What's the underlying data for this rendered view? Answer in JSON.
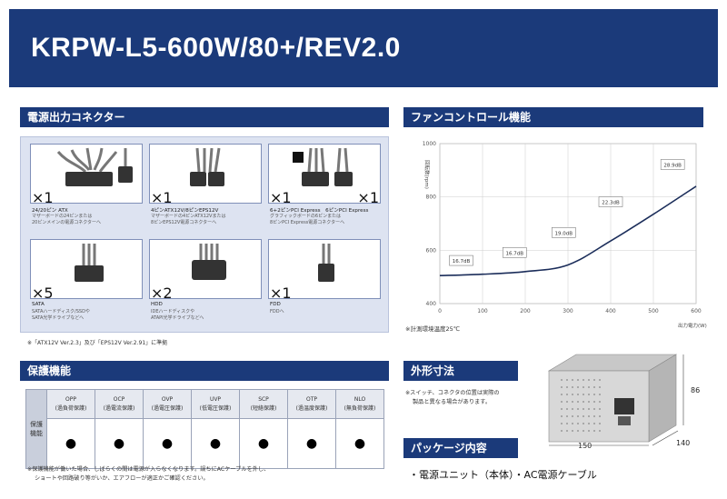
{
  "header": {
    "title": "KRPW-L5-600W/80+/REV2.0"
  },
  "connectors": {
    "title": "電源出力コネクター",
    "items": [
      {
        "count": "×1",
        "count2": "",
        "label": "24/20ピン ATX",
        "desc": [
          "マザーボードの24ピンまたは",
          "20ピンメインの電源コネクターへ"
        ]
      },
      {
        "count": "×1",
        "count2": "",
        "label": "4ピンATX12V/8ピンEPS12V",
        "desc": [
          "マザーボードの4ピンATX12Vまたは",
          "8ピンEPS12V電源コネクターへ"
        ]
      },
      {
        "count": "×1",
        "count2": "×1",
        "label": "6+2ピンPCI Express　6ピンPCI Express",
        "desc": [
          "グラフィックボードの6ピンまたは",
          "8ピンPCI Express電源コネクターへ"
        ]
      },
      {
        "count": "×5",
        "count2": "",
        "label": "SATA",
        "desc": [
          "SATAハードディスク/SSDや",
          "SATA光学ドライブなどへ"
        ]
      },
      {
        "count": "×2",
        "count2": "",
        "label": "HDD",
        "desc": [
          "IDEハードディスクや",
          "ATAPI光学ドライブなどへ"
        ]
      },
      {
        "count": "×1",
        "count2": "",
        "label": "FDD",
        "desc": [
          "FDDへ"
        ]
      }
    ],
    "note": "※「ATX12V Ver.2.3」及び「EPS12V Ver.2.91」に準拠"
  },
  "protection": {
    "title": "保護機能",
    "row_header": [
      "保護",
      "機能"
    ],
    "columns": [
      {
        "name": "OPP",
        "desc": "(過負荷保護)"
      },
      {
        "name": "OCP",
        "desc": "(過電流保護)"
      },
      {
        "name": "OVP",
        "desc": "(過電圧保護)"
      },
      {
        "name": "UVP",
        "desc": "(低電圧保護)"
      },
      {
        "name": "SCP",
        "desc": "(短絡保護)"
      },
      {
        "name": "OTP",
        "desc": "(過温度保護)"
      },
      {
        "name": "NLO",
        "desc": "(無負荷保護)"
      }
    ],
    "mark": "●",
    "note": [
      "※保護機能が働いた場合、しばらくの間は電源が入らなくなります。誤ちにACケーブルを外し、",
      "ショートや回路破り等がいか、エアフローが適正かご確認ください。"
    ]
  },
  "fan": {
    "title": "ファンコントロール機能",
    "note": "※計測環境温度25℃"
  },
  "chart_data": {
    "type": "line",
    "x": [
      0,
      100,
      200,
      300,
      400,
      500,
      600
    ],
    "y": [
      505,
      510,
      520,
      545,
      635,
      735,
      840
    ],
    "xlim": [
      0,
      600
    ],
    "ylim": [
      400,
      1000
    ],
    "xticks": [
      0,
      100,
      200,
      300,
      400,
      500,
      600
    ],
    "yticks": [
      400,
      600,
      800,
      1000
    ],
    "ylabel": "回転数(rpm)",
    "xlabel": "出力電力(W)",
    "annotations": [
      {
        "text": "16.7dB",
        "x": 50,
        "y": 560
      },
      {
        "text": "16.7dB",
        "x": 175,
        "y": 590
      },
      {
        "text": "19.0dB",
        "x": 290,
        "y": 665
      },
      {
        "text": "22.3dB",
        "x": 400,
        "y": 780
      },
      {
        "text": "28.9dB",
        "x": 545,
        "y": 920
      }
    ],
    "grid": true
  },
  "dimensions": {
    "title": "外形寸法",
    "note": [
      "※スイッチ、コネクタの位置は実際の",
      "製品と異なる場合があります。"
    ],
    "width": "150",
    "height": "86",
    "depth": "140"
  },
  "package": {
    "title": "パッケージ内容",
    "content": "・電源ユニット（本体）・AC電源ケーブル"
  },
  "colors": {
    "brand": "#1b3a7a",
    "panel": "#dde3f1",
    "curve": "#1b2d5a"
  }
}
